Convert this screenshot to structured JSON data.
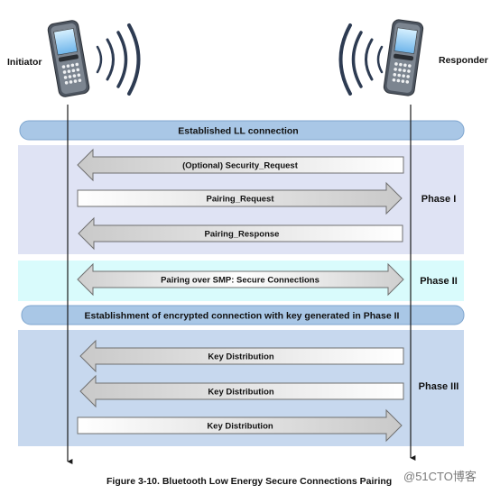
{
  "participants": {
    "initiator": {
      "label": "Initiator",
      "icon": "smartphone-icon"
    },
    "responder": {
      "label": "Responder",
      "icon": "smartphone-icon"
    }
  },
  "banners": {
    "ll_connection": "Established LL connection",
    "encryption": "Establishment of encrypted connection with key generated in Phase II"
  },
  "phases": [
    {
      "label": "Phase I",
      "color": "#dfe3f4"
    },
    {
      "label": "Phase II",
      "color": "#d9fbfc"
    },
    {
      "label": "Phase III",
      "color": "#c7d8ee"
    }
  ],
  "messages": [
    {
      "label": "(Optional) Security_Request",
      "direction": "to-initiator"
    },
    {
      "label": "Pairing_Request",
      "direction": "to-responder"
    },
    {
      "label": "Pairing_Response",
      "direction": "to-initiator"
    },
    {
      "label": "Pairing over SMP: Secure Connections",
      "direction": "bidirectional"
    },
    {
      "label": "Key Distribution",
      "direction": "to-initiator"
    },
    {
      "label": "Key Distribution",
      "direction": "to-initiator"
    },
    {
      "label": "Key Distribution",
      "direction": "to-responder"
    }
  ],
  "caption": "Figure 3-10. Bluetooth Low Energy Secure Connections Pairing",
  "watermark": "@51CTO博客",
  "colors": {
    "banner_fill": "#a9c7e6",
    "banner_stroke": "#7fa6cf",
    "arrow_stroke": "#6f6f6f",
    "lifeline": "#1a1a1a"
  }
}
